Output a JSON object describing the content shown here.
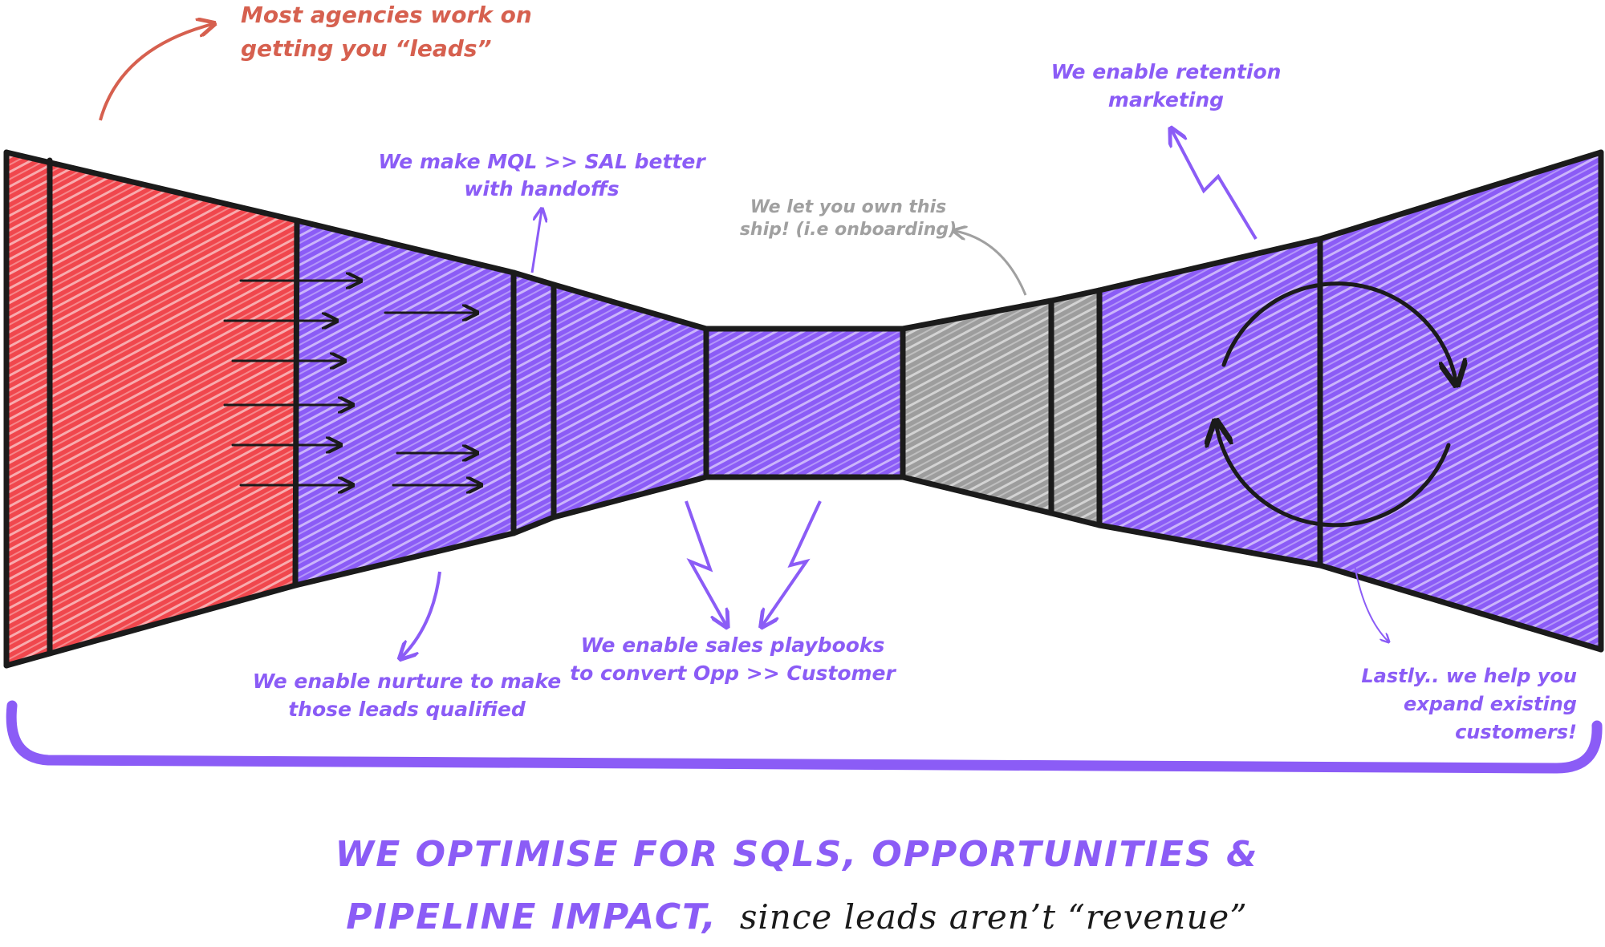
{
  "colors": {
    "red": "#f0474d",
    "purple": "#8b5cf6",
    "gray": "#9d9d9d",
    "outline": "#1b1b1b",
    "note_red": "#d6604f",
    "note_purple": "#8b5cf6",
    "note_gray": "#a0a0a0",
    "bracket": "#8b5cf6"
  },
  "annotations": {
    "leads": [
      "Most agencies work on",
      "getting you “leads”"
    ],
    "mql_sal": [
      "We make MQL >> SAL better",
      "with handoffs"
    ],
    "onboarding": [
      "We let you own this",
      "ship! (i.e onboarding)"
    ],
    "retention": [
      "We enable retention",
      "marketing"
    ],
    "nurture": [
      "We enable nurture to make",
      "those leads qualified"
    ],
    "playbooks": [
      "We enable sales playbooks",
      "to convert Opp >> Customer"
    ],
    "expand": [
      "Lastly.. we help you",
      "expand existing",
      "customers!"
    ]
  },
  "headline": {
    "line1": "WE OPTIMISE FOR SQLs, OPPORTUNITIES &",
    "line2_bold": "PIPELINE IMPACT,",
    "line2_script": "since leads aren’t “revenue”"
  }
}
